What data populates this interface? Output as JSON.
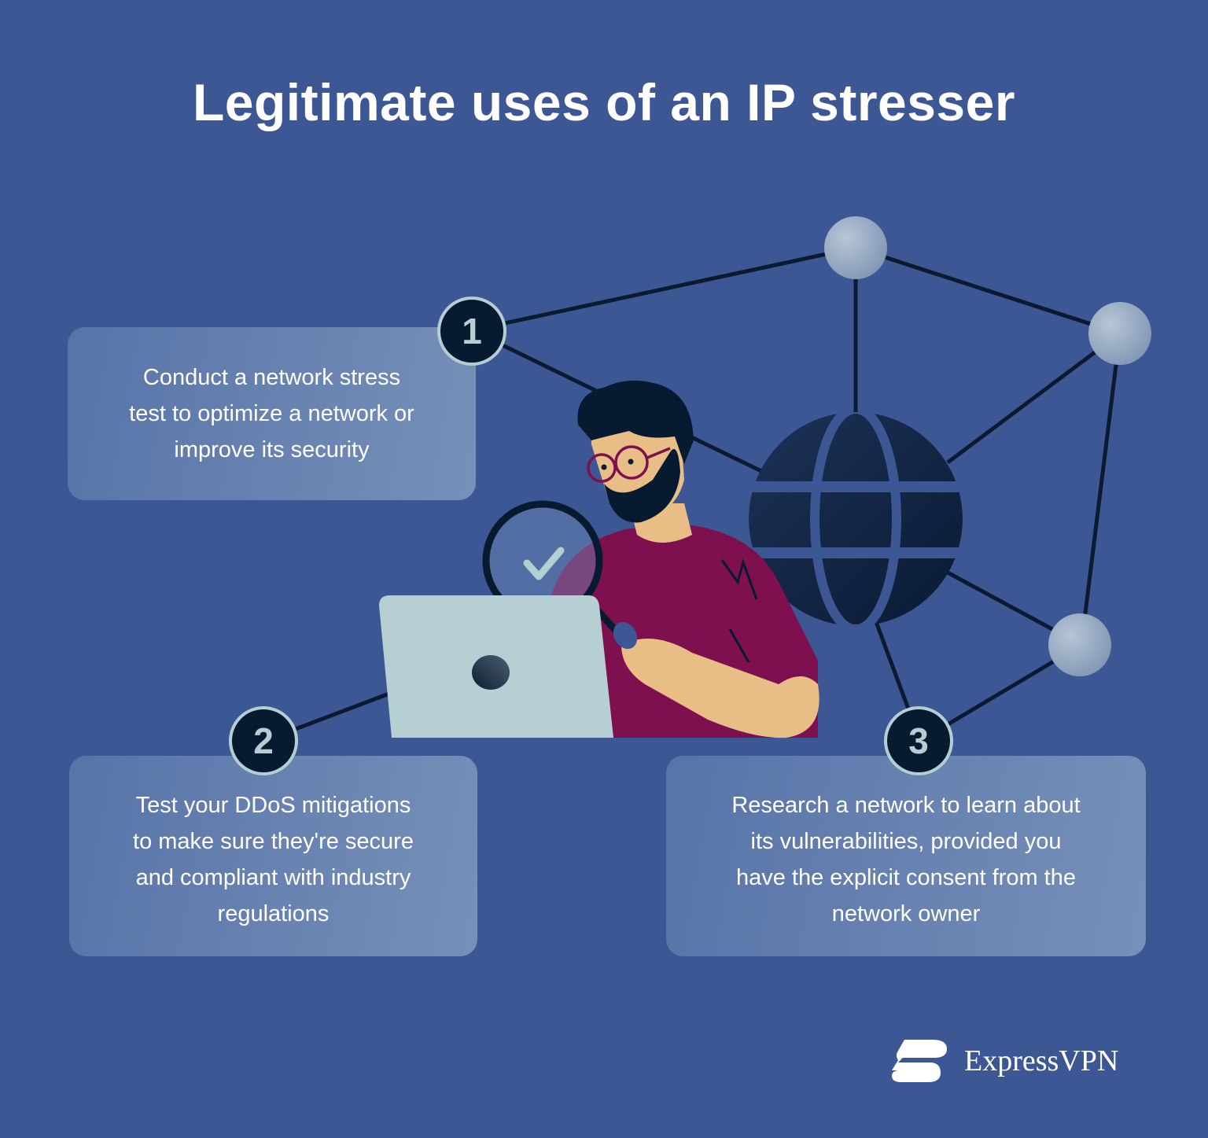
{
  "title": "Legitimate uses of an IP stresser",
  "colors": {
    "background": "#3d5795",
    "badge_fill": "#061b30",
    "badge_ring": "#b4cfd2",
    "shirt": "#7e1050",
    "skin": "#e9bd86",
    "laptop": "#b6cfd2",
    "globe": "#0f2240",
    "node": "#9fb3c9"
  },
  "steps": [
    {
      "number": "1",
      "lines": [
        "Conduct a network stress",
        "test to optimize a network or",
        "improve its security"
      ]
    },
    {
      "number": "2",
      "lines": [
        "Test your DDoS mitigations",
        "to make sure they're secure",
        "and compliant with industry",
        "regulations"
      ]
    },
    {
      "number": "3",
      "lines": [
        "Research a network to learn about",
        "its vulnerabilities, provided you",
        "have the explicit consent from the",
        "network owner"
      ]
    }
  ],
  "illustration": {
    "elements": [
      "network-graph",
      "globe-icon",
      "person-with-magnifier",
      "laptop",
      "checkmark-icon"
    ]
  },
  "brand": {
    "name": "ExpressVPN"
  }
}
